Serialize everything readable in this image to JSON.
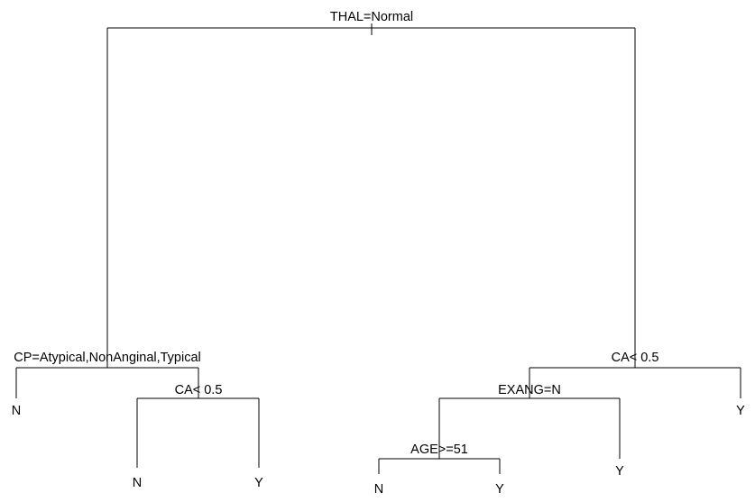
{
  "tree": {
    "root": {
      "split": "THAL=Normal",
      "left": {
        "split": "CP=Atypical,NonAnginal,Typical",
        "left": {
          "leaf": "N"
        },
        "right": {
          "split": "CA< 0.5",
          "left": {
            "leaf": "N"
          },
          "right": {
            "leaf": "Y"
          }
        }
      },
      "right": {
        "split": "CA< 0.5",
        "left": {
          "split": "EXANG=N",
          "left": {
            "split": "AGE>=51",
            "left": {
              "leaf": "N"
            },
            "right": {
              "leaf": "Y"
            }
          },
          "right": {
            "leaf": "Y"
          }
        },
        "right": {
          "leaf": "Y"
        }
      }
    }
  },
  "colors": {
    "line": "#000000",
    "text": "#000000",
    "background": "#ffffff"
  }
}
